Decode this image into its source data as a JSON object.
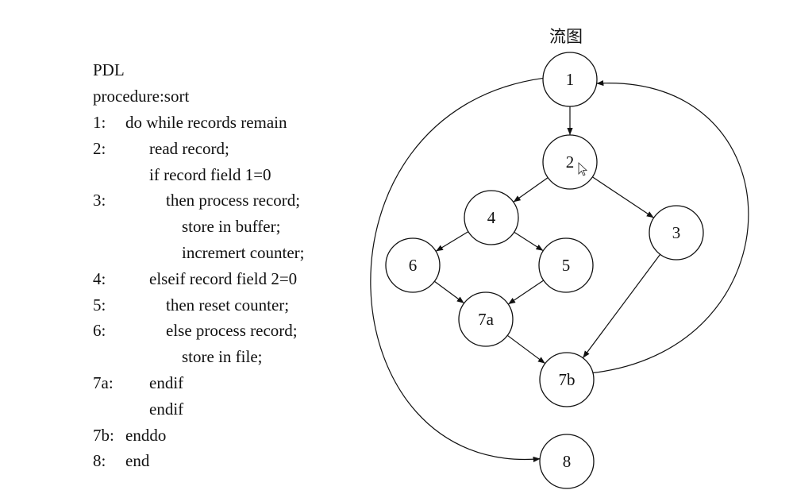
{
  "pdl": {
    "heading": "PDL",
    "procedure": "procedure:sort",
    "lines": [
      {
        "num": "1:",
        "text": "do while records remain",
        "indent": 0
      },
      {
        "num": "2:",
        "text": "read record;",
        "indent": 1
      },
      {
        "num": "",
        "text": "if record field 1=0",
        "indent": 1
      },
      {
        "num": "3:",
        "text": "then process record;",
        "indent": 2
      },
      {
        "num": "",
        "text": "store in buffer;",
        "indent": 3
      },
      {
        "num": "",
        "text": "incremert counter;",
        "indent": 3
      },
      {
        "num": "4:",
        "text": "elseif record field 2=0",
        "indent": 1
      },
      {
        "num": "5:",
        "text": "then reset counter;",
        "indent": 2
      },
      {
        "num": "6:",
        "text": "else process record;",
        "indent": 2
      },
      {
        "num": "",
        "text": "store in file;",
        "indent": 3
      },
      {
        "num": "7a:",
        "text": "endif",
        "indent": 1
      },
      {
        "num": "",
        "text": "endif",
        "indent": 1
      },
      {
        "num": "7b:",
        "text": "enddo",
        "indent": 0
      },
      {
        "num": "8:",
        "text": "end",
        "indent": 0
      }
    ]
  },
  "flow": {
    "title": "流图",
    "nodes": [
      "1",
      "2",
      "3",
      "4",
      "5",
      "6",
      "7a",
      "7b",
      "8"
    ],
    "edges": [
      [
        "1",
        "2"
      ],
      [
        "2",
        "4"
      ],
      [
        "2",
        "3"
      ],
      [
        "4",
        "6"
      ],
      [
        "4",
        "5"
      ],
      [
        "6",
        "7a"
      ],
      [
        "5",
        "7a"
      ],
      [
        "7a",
        "7b"
      ],
      [
        "3",
        "7b"
      ],
      [
        "7b",
        "1"
      ],
      [
        "1",
        "8"
      ]
    ]
  }
}
